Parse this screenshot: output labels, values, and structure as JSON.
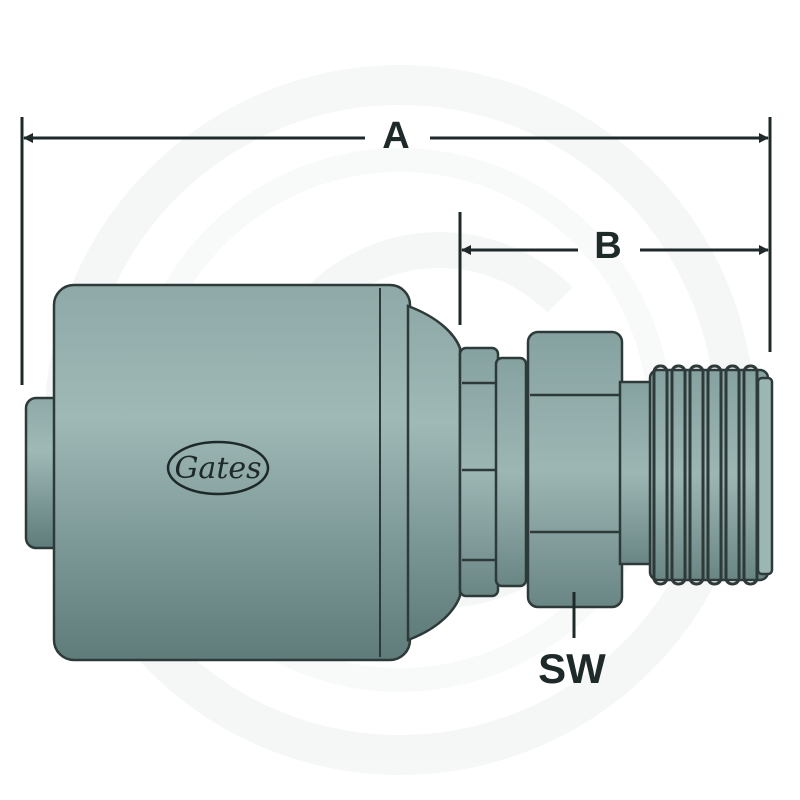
{
  "labels": {
    "dim_a": "A",
    "dim_b": "B",
    "dim_sw": "SW"
  },
  "logo": {
    "text": "Gates"
  },
  "colors": {
    "background": "#ffffff",
    "fitting_body": "#7f9c9a",
    "fitting_dark": "#2d3a39",
    "fitting_highlight": "#a9c2c0",
    "dimension_line": "#1e2a29",
    "watermark": "#eef2f2"
  },
  "icons": {
    "part": "hydraulic-hose-fitting",
    "watermark": "brand-watermark"
  }
}
